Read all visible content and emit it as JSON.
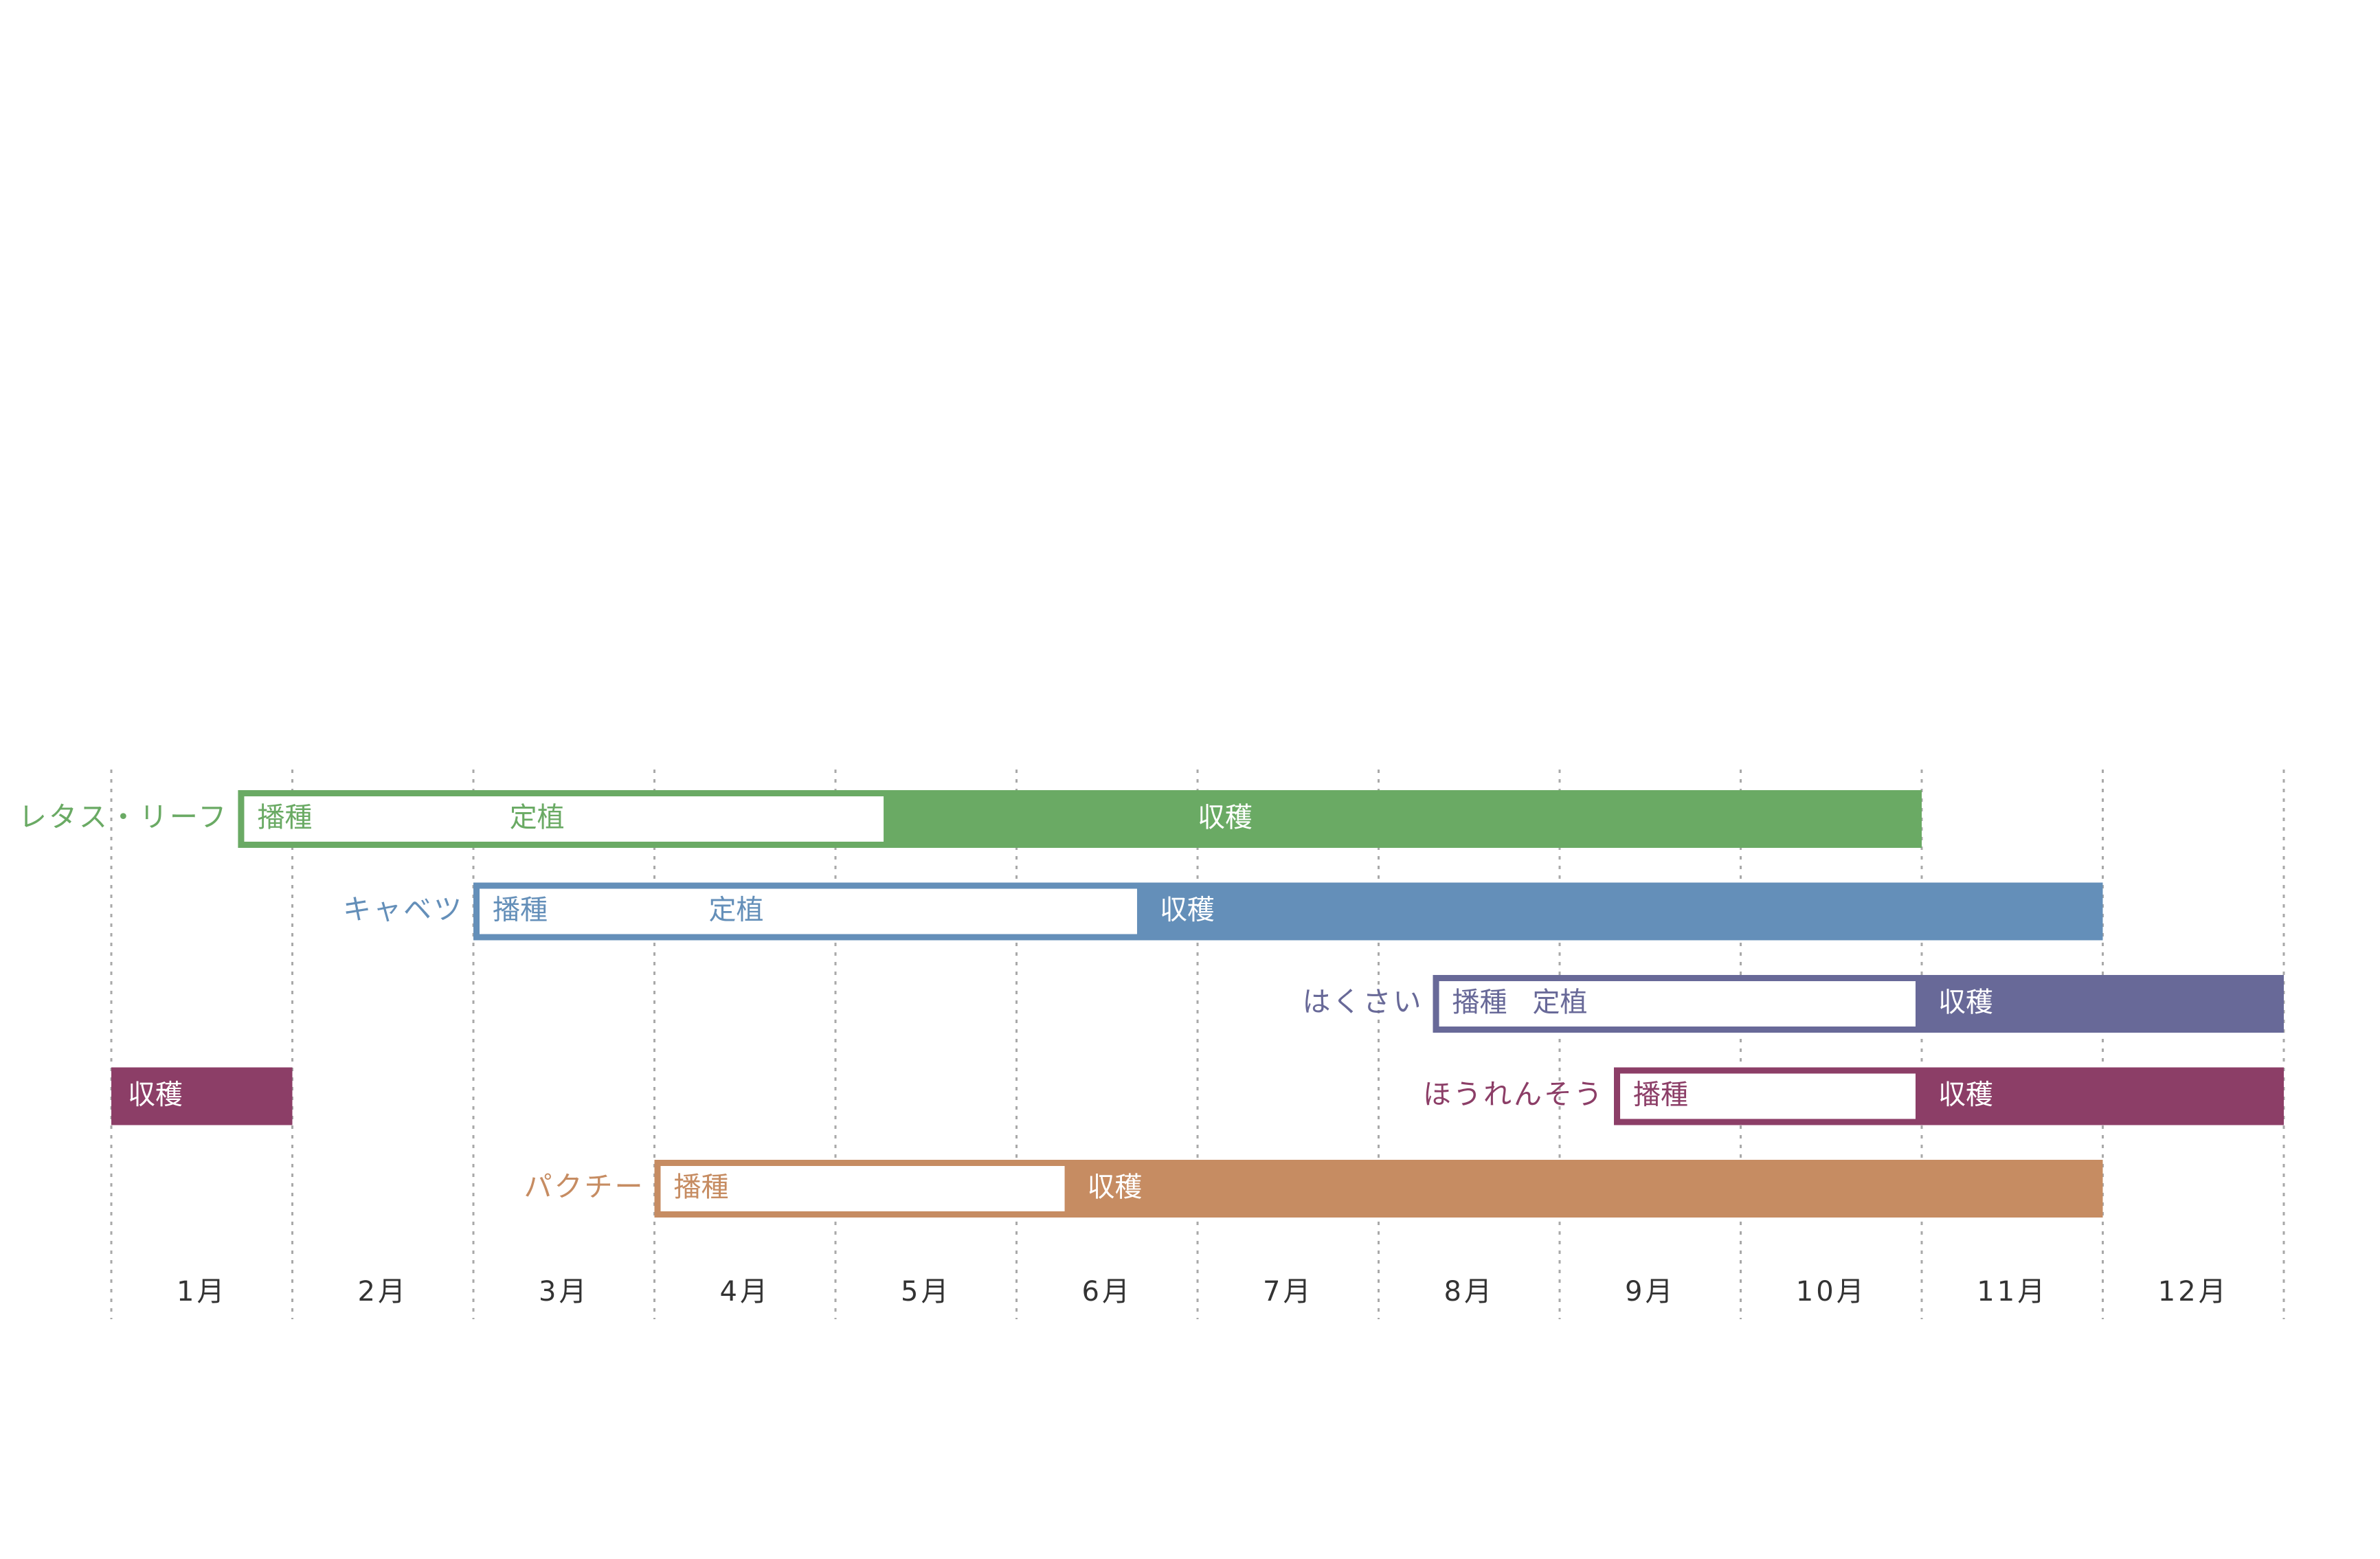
{
  "chart_data": {
    "type": "gantt",
    "months": [
      "1月",
      "2月",
      "3月",
      "4月",
      "5月",
      "6月",
      "7月",
      "8月",
      "9月",
      "10月",
      "11月",
      "12月"
    ],
    "crops": [
      {
        "name": "レタス・リーフ",
        "color": "#6aaa64",
        "sow_label": "播種",
        "plant_label": "定植",
        "harvest_label": "収穫",
        "open_start": 1.7,
        "open_end": 5.3,
        "harvest_end": 11.0,
        "harvest_label_at": 7.0,
        "plant_label_at": 3.2
      },
      {
        "name": "キャベツ",
        "color": "#648fb9",
        "sow_label": "播種",
        "plant_label": "定植",
        "harvest_label": "収穫",
        "open_start": 3.0,
        "open_end": 6.7,
        "harvest_end": 12.0,
        "plant_label_at": 4.3
      },
      {
        "name": "はくさい",
        "color": "#686998",
        "sow_label": "播種",
        "plant_label": "定植",
        "harvest_label": "収穫",
        "open_start": 8.3,
        "open_end": 11.0,
        "harvest_end": 13.0,
        "plant_label_at": 8.85
      },
      {
        "name": "ほうれんそう",
        "color": "#8c3e67",
        "sow_label": "播種",
        "harvest_label": "収穫",
        "open_start": 9.3,
        "open_end": 11.0,
        "harvest_end": 13.0,
        "extra_harvest": [
          1.0,
          2.0
        ]
      },
      {
        "name": "パクチー",
        "color": "#c68c62",
        "sow_label": "播種",
        "harvest_label": "収穫",
        "open_start": 4.0,
        "open_end": 6.3,
        "harvest_end": 12.0
      }
    ]
  }
}
